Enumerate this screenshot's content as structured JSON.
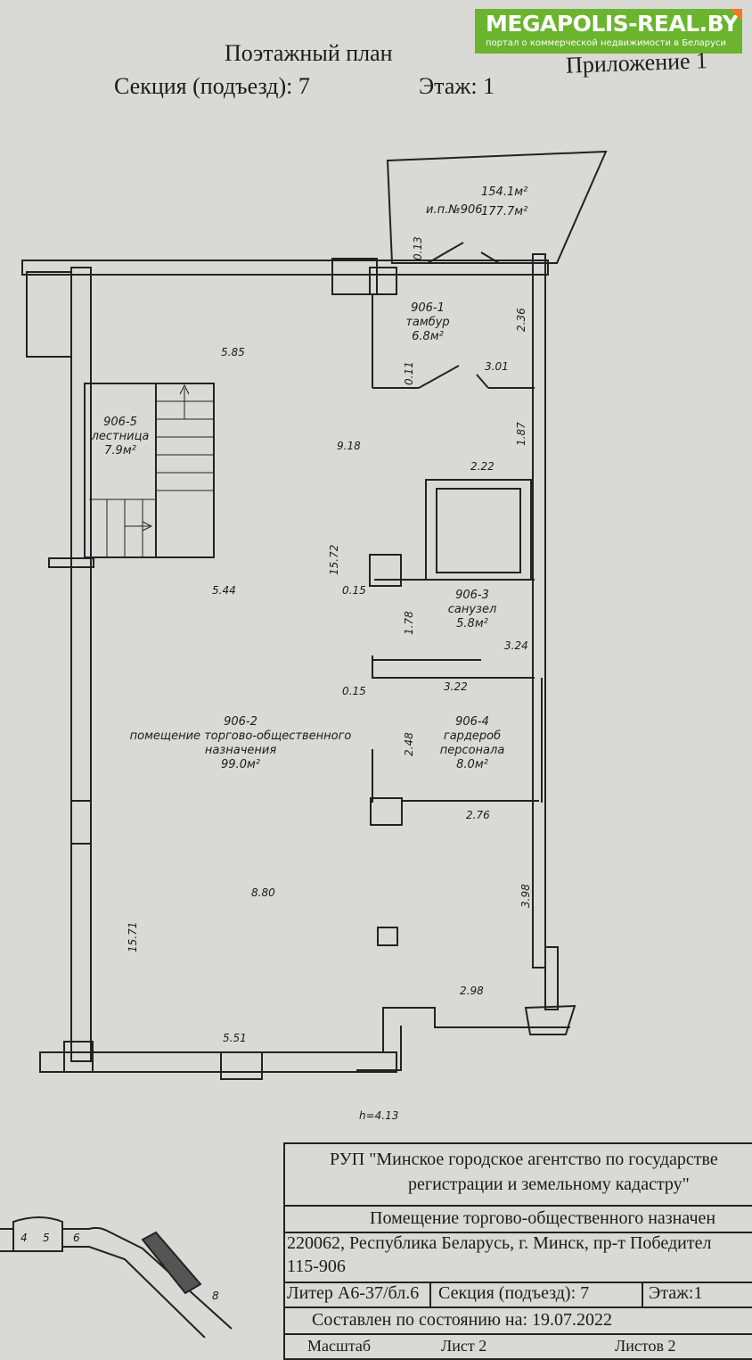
{
  "watermark": {
    "name": "MEGAPOLIS-REAL.BY",
    "tagline": "портал о коммерческой недвижимости в Беларуси",
    "color": "#6ab42e",
    "accent": "#f47a20"
  },
  "header": {
    "title": "Поэтажный план",
    "section": "Секция (подъезд): 7",
    "floor": "Этаж: 1",
    "appendix": "Приложение 1"
  },
  "plan": {
    "outdoor": {
      "label": "и.п.№906",
      "area1": "154.1м²",
      "area2": "177.7м²"
    },
    "rooms": [
      {
        "id": "906-1",
        "name": "тамбур",
        "area": "6.8м²"
      },
      {
        "id": "906-5",
        "name": "лестница",
        "area": "7.9м²"
      },
      {
        "id": "906-3",
        "name": "санузел",
        "area": "5.8м²"
      },
      {
        "id": "906-2",
        "name": "помещение торгово-общественного",
        "name2": "назначения",
        "area": "99.0м²"
      },
      {
        "id": "906-4",
        "name": "гардероб",
        "name2": "персонала",
        "area": "8.0м²"
      }
    ],
    "dims": {
      "d585": "5.85",
      "d918": "9.18",
      "d222": "2.22",
      "d1572": "15.72",
      "d544": "5.44",
      "d015a": "0.15",
      "d178": "1.78",
      "d324": "3.24",
      "d015b": "0.15",
      "d322": "3.22",
      "d248": "2.48",
      "d276": "2.76",
      "d398": "3.98",
      "d880": "8.80",
      "d1571": "15.71",
      "d298": "2.98",
      "d551": "5.51",
      "d013": "0.13",
      "d236": "2.36",
      "d011": "0.11",
      "d301": "3.01",
      "d187": "1.87"
    },
    "height": "h=4.13"
  },
  "keyplan": {
    "sections": [
      "4",
      "5",
      "6",
      "8"
    ]
  },
  "title_block": {
    "org1": "РУП \"Минское городское агентство по государстве",
    "org2": "регистрации и земельному кадастру\"",
    "object": "Помещение торгово-общественного назначен",
    "address1": "220062, Республика Беларусь, г. Минск, пр-т Победител",
    "address2": "115-906",
    "liter": "Литер А6-37/бл.6",
    "section": "Секция (подъезд): 7",
    "floor": "Этаж:1",
    "date": "Составлен по состоянию на: 19.07.2022",
    "scale": "Масштаб",
    "sheet": "Лист 2",
    "sheets": "Листов 2"
  }
}
